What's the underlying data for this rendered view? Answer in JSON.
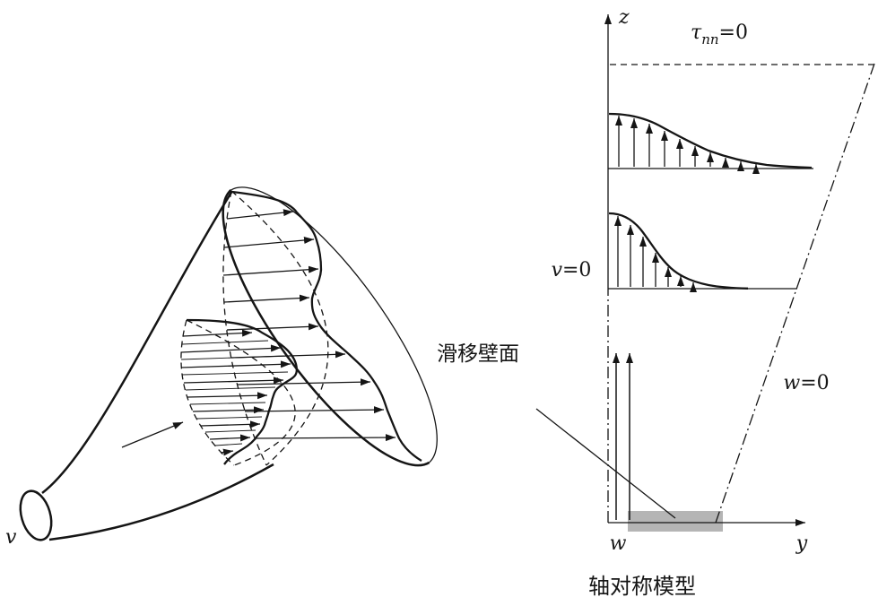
{
  "colors": {
    "ink": "#151515",
    "wall_gray": "#b5b5b5",
    "paper": "#ffffff"
  },
  "left_figure": {
    "inlet_velocity_label": "v"
  },
  "right_figure": {
    "z_axis_label": "z",
    "y_axis_label": "y",
    "w_axis_label": "w",
    "tau_symbol": "τ",
    "tau_subscript": "nn",
    "tau_rest": "=0",
    "v_letter": "v",
    "v_rest": "=0",
    "w_letter": "w",
    "w_rest": "=0",
    "slip_wall_label": "滑移壁面",
    "caption": "轴对称模型"
  }
}
